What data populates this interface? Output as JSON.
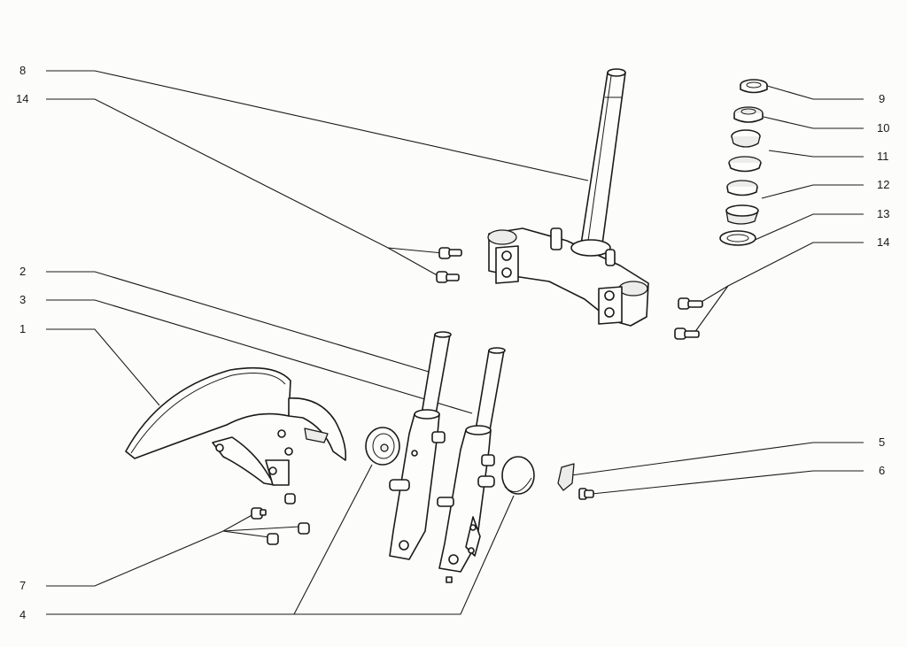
{
  "callouts": {
    "c8": "8",
    "c14_top": "14",
    "c2": "2",
    "c3": "3",
    "c1": "1",
    "c7": "7",
    "c4": "4",
    "c9": "9",
    "c10": "10",
    "c11": "11",
    "c12": "12",
    "c13": "13",
    "c14_right": "14",
    "c5": "5",
    "c6": "6"
  },
  "colors": {
    "line": "#1a1a1a",
    "background": "#fcfcfa"
  }
}
